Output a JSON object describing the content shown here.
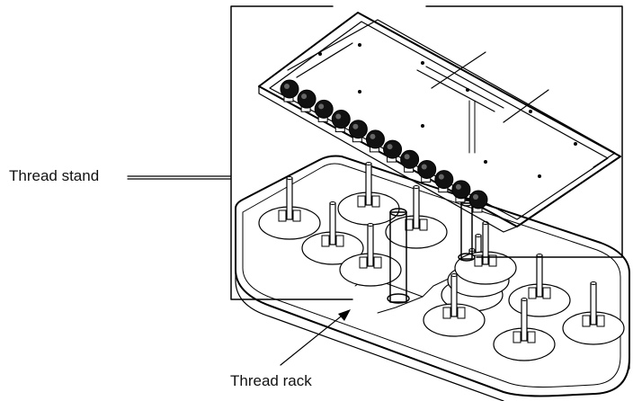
{
  "labels": {
    "thread_stand": "Thread stand",
    "thread_rack": "Thread rack"
  },
  "parts": {
    "tension_knob_count": 12,
    "spool_peg_count": 12
  },
  "colors": {
    "line": "#000000",
    "knob": "#111111",
    "background": "#ffffff"
  }
}
